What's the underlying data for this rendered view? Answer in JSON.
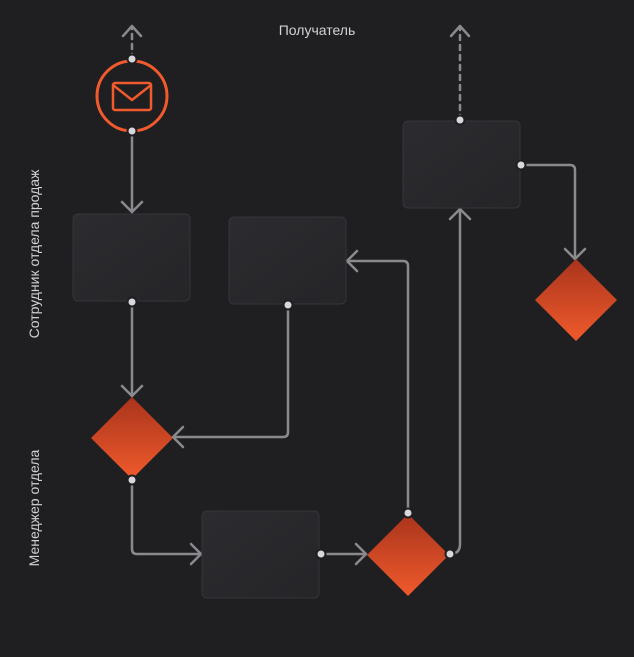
{
  "lanes": {
    "recipient": "Получатель",
    "sales_employee": "Сотрудник отдела продаж",
    "department_manager": "Менеджер отдела"
  },
  "colors": {
    "background": "#1f1f22",
    "connector": "#8a8a8e",
    "accent": "#f05a2c",
    "gateway_top": "#a9341c",
    "gateway_bottom": "#f05a2c"
  },
  "icons": {
    "start_event": "envelope-icon"
  }
}
